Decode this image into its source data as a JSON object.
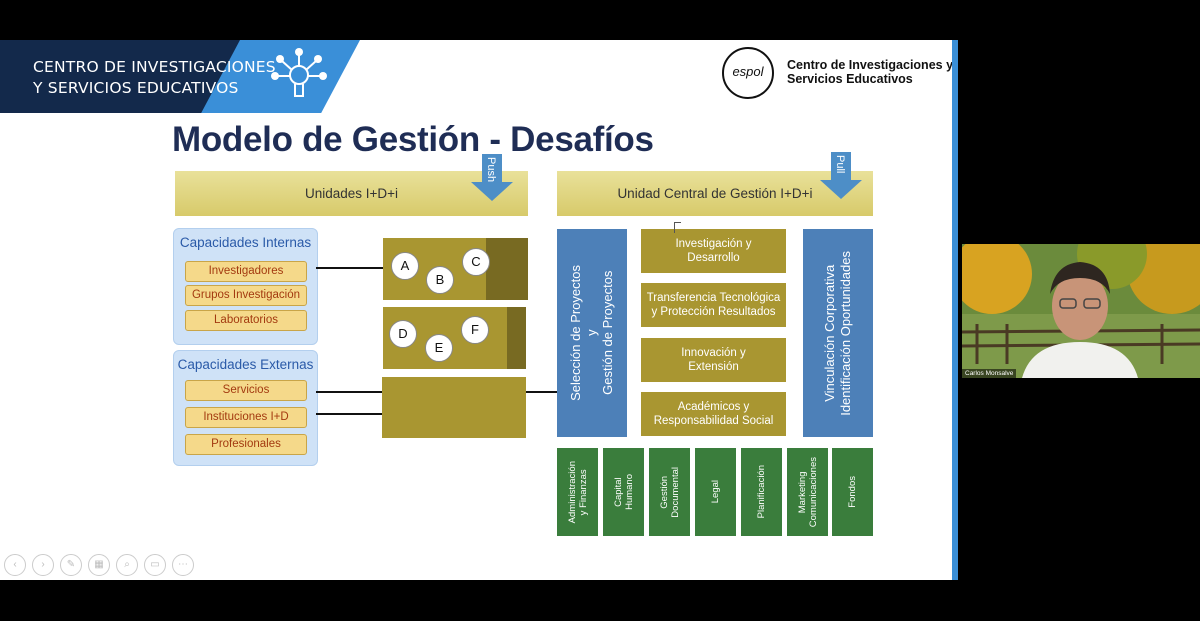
{
  "banner": {
    "line1": "CENTRO DE INVESTIGACIONES",
    "line2": "Y SERVICIOS EDUCATIVOS"
  },
  "logo": {
    "word": "espol",
    "line1": "Centro de Investigaciones y",
    "line2": "Servicios Educativos"
  },
  "title": "Modelo de Gestión - Desafíos",
  "left_band": "Unidades I+D+i",
  "right_band": "Unidad Central de Gestión I+D+i",
  "push_label": "Push",
  "pull_label": "Pull",
  "internas": {
    "title": "Capacidades Internas",
    "items": [
      "Investigadores",
      "Grupos Investigación",
      "Laboratorios"
    ]
  },
  "externas": {
    "title": "Capacidades Externas",
    "items": [
      "Servicios",
      "Instituciones I+D",
      "Profesionales"
    ]
  },
  "circles": [
    "A",
    "B",
    "C",
    "D",
    "E",
    "F"
  ],
  "left_blue": "Selección de Proyectos\ny\nGestión de Proyectos",
  "right_blue": "Vinculación Corporativa\nIdentificación Oportunidades",
  "olive_boxes": [
    "Investigación y\nDesarrollo",
    "Transferencia Tecnológica\ny Protección Resultados",
    "Innovación y\nExtensión",
    "Académicos y\nResponsabilidad  Social"
  ],
  "green_boxes": [
    "Administración\ny Finanzas",
    "Capital\nHumano",
    "Gestión\nDocumental",
    "Legal",
    "Planificación",
    "Marketing\nComunicaciones",
    "Fondos"
  ],
  "toolbar_icons": [
    "prev-icon",
    "next-icon",
    "pen-icon",
    "pages-icon",
    "zoom-icon",
    "subtitle-icon",
    "more-icon"
  ],
  "participant": {
    "name": "Carlos Monsalve"
  },
  "colors": {
    "navy": "#13294b",
    "accent_blue": "#3a8fd8",
    "olive": "#a99631",
    "green": "#3a7d3c",
    "steel_blue": "#4d80b8"
  }
}
